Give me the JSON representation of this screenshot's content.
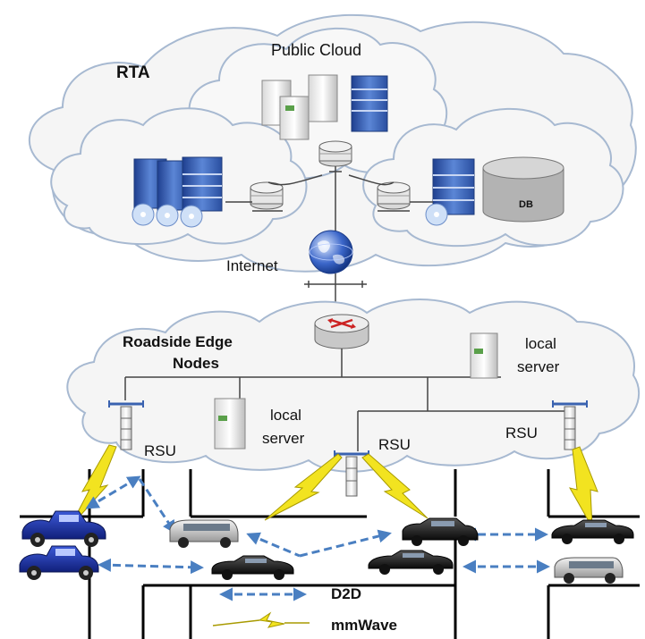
{
  "labels": {
    "rta": "RTA",
    "public_cloud": "Public Cloud",
    "db": "DB",
    "internet": "Internet",
    "roadside_edge_nodes_line1": "Roadside Edge",
    "roadside_edge_nodes_line2": "Nodes",
    "local_server_right_line1": "local",
    "local_server_right_line2": "server",
    "local_server_mid_line1": "local",
    "local_server_mid_line2": "server",
    "rsu_left": "RSU",
    "rsu_mid": "RSU",
    "rsu_right": "RSU"
  },
  "legend": {
    "d2d": "D2D",
    "mmwave": "mmWave"
  },
  "colors": {
    "cloud_fill": "#f4f4f4",
    "cloud_stroke": "#9fb3cc",
    "d2d_arrow": "#4a7fc1",
    "mmwave": "#f2e320",
    "server_blue": "#3a62b0",
    "road": "#000000"
  }
}
